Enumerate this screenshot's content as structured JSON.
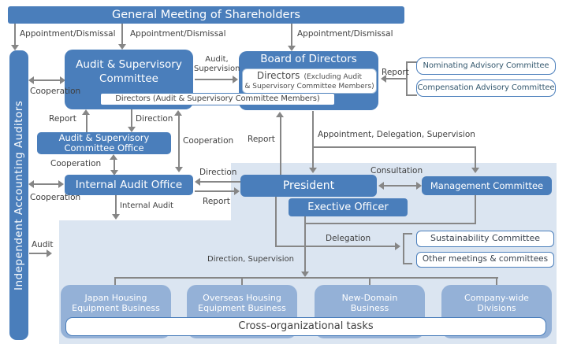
{
  "colors": {
    "box_blue": "#4a7ebb",
    "light_box_blue": "#94b1d7",
    "panel_blue": "#dbe5f1",
    "left_bar_blue": "#5585bd",
    "line_gray": "#868686",
    "label_gray": "#3f3f3f",
    "committee_text": "#35596f"
  },
  "title_bar": {
    "label": "General Meeting of Shareholders"
  },
  "left_bar": {
    "label": "Independent Accounting Auditors"
  },
  "nodes": {
    "audit_supervisory_committee": {
      "line1": "Audit & Supervisory",
      "line2": "Committee"
    },
    "directors_members_bar": {
      "label": "Directors (Audit & Supervisory Committee Members)"
    },
    "board_of_directors": {
      "title": "Board of Directors",
      "directors": "Directors",
      "note_line1": "(Excluding Audit",
      "note_line2": "& Supervisory Committee Members)"
    },
    "nominating_advisory_committee": {
      "label": "Nominating Advisory Committee"
    },
    "compensation_advisory_committee": {
      "label": "Compensation Advisory Committee"
    },
    "audit_supervisory_committee_office": {
      "line1": "Audit & Supervisory",
      "line2": "Committee Office"
    },
    "internal_audit_office": {
      "label": "Internal Audit Office"
    },
    "president": {
      "label": "President"
    },
    "management_committee": {
      "label": "Management Committee"
    },
    "executive_officer": {
      "label": "Exective Officer"
    },
    "sustainability_committee": {
      "label": "Sustainability Committee"
    },
    "other_meetings": {
      "label": "Other meetings & committees"
    },
    "business_units": [
      {
        "line1": "Japan Housing",
        "line2": "Equipment Business"
      },
      {
        "line1": "Overseas Housing",
        "line2": "Equipment Business"
      },
      {
        "line1": "New-Domain",
        "line2": "Business"
      },
      {
        "line1": "Company-wide",
        "line2": "Divisions"
      }
    ],
    "cross_organizational_tasks": {
      "label": "Cross-organizational tasks"
    }
  },
  "labels": {
    "appointment_dismissal": [
      "Appointment/Dismissal",
      "Appointment/Dismissal",
      "Appointment/Dismissal"
    ],
    "cooperation": [
      "Cooperation",
      "Cooperation",
      "Cooperation",
      "Cooperation"
    ],
    "audit_supervision": {
      "line1": "Audit,",
      "line2": "Supervision"
    },
    "report_board": "Report",
    "report_office": "Report",
    "direction_office": "Direction",
    "report_president": "Report",
    "appointment_delegation_supervision": "Appointment, Delegation, Supervision",
    "consultation": "Consultation",
    "direction_president": "Direction",
    "report_iao": "Report",
    "internal_audit": "Internal Audit",
    "audit": "Audit",
    "delegation": "Delegation",
    "direction_supervision": "Direction, Supervision"
  }
}
